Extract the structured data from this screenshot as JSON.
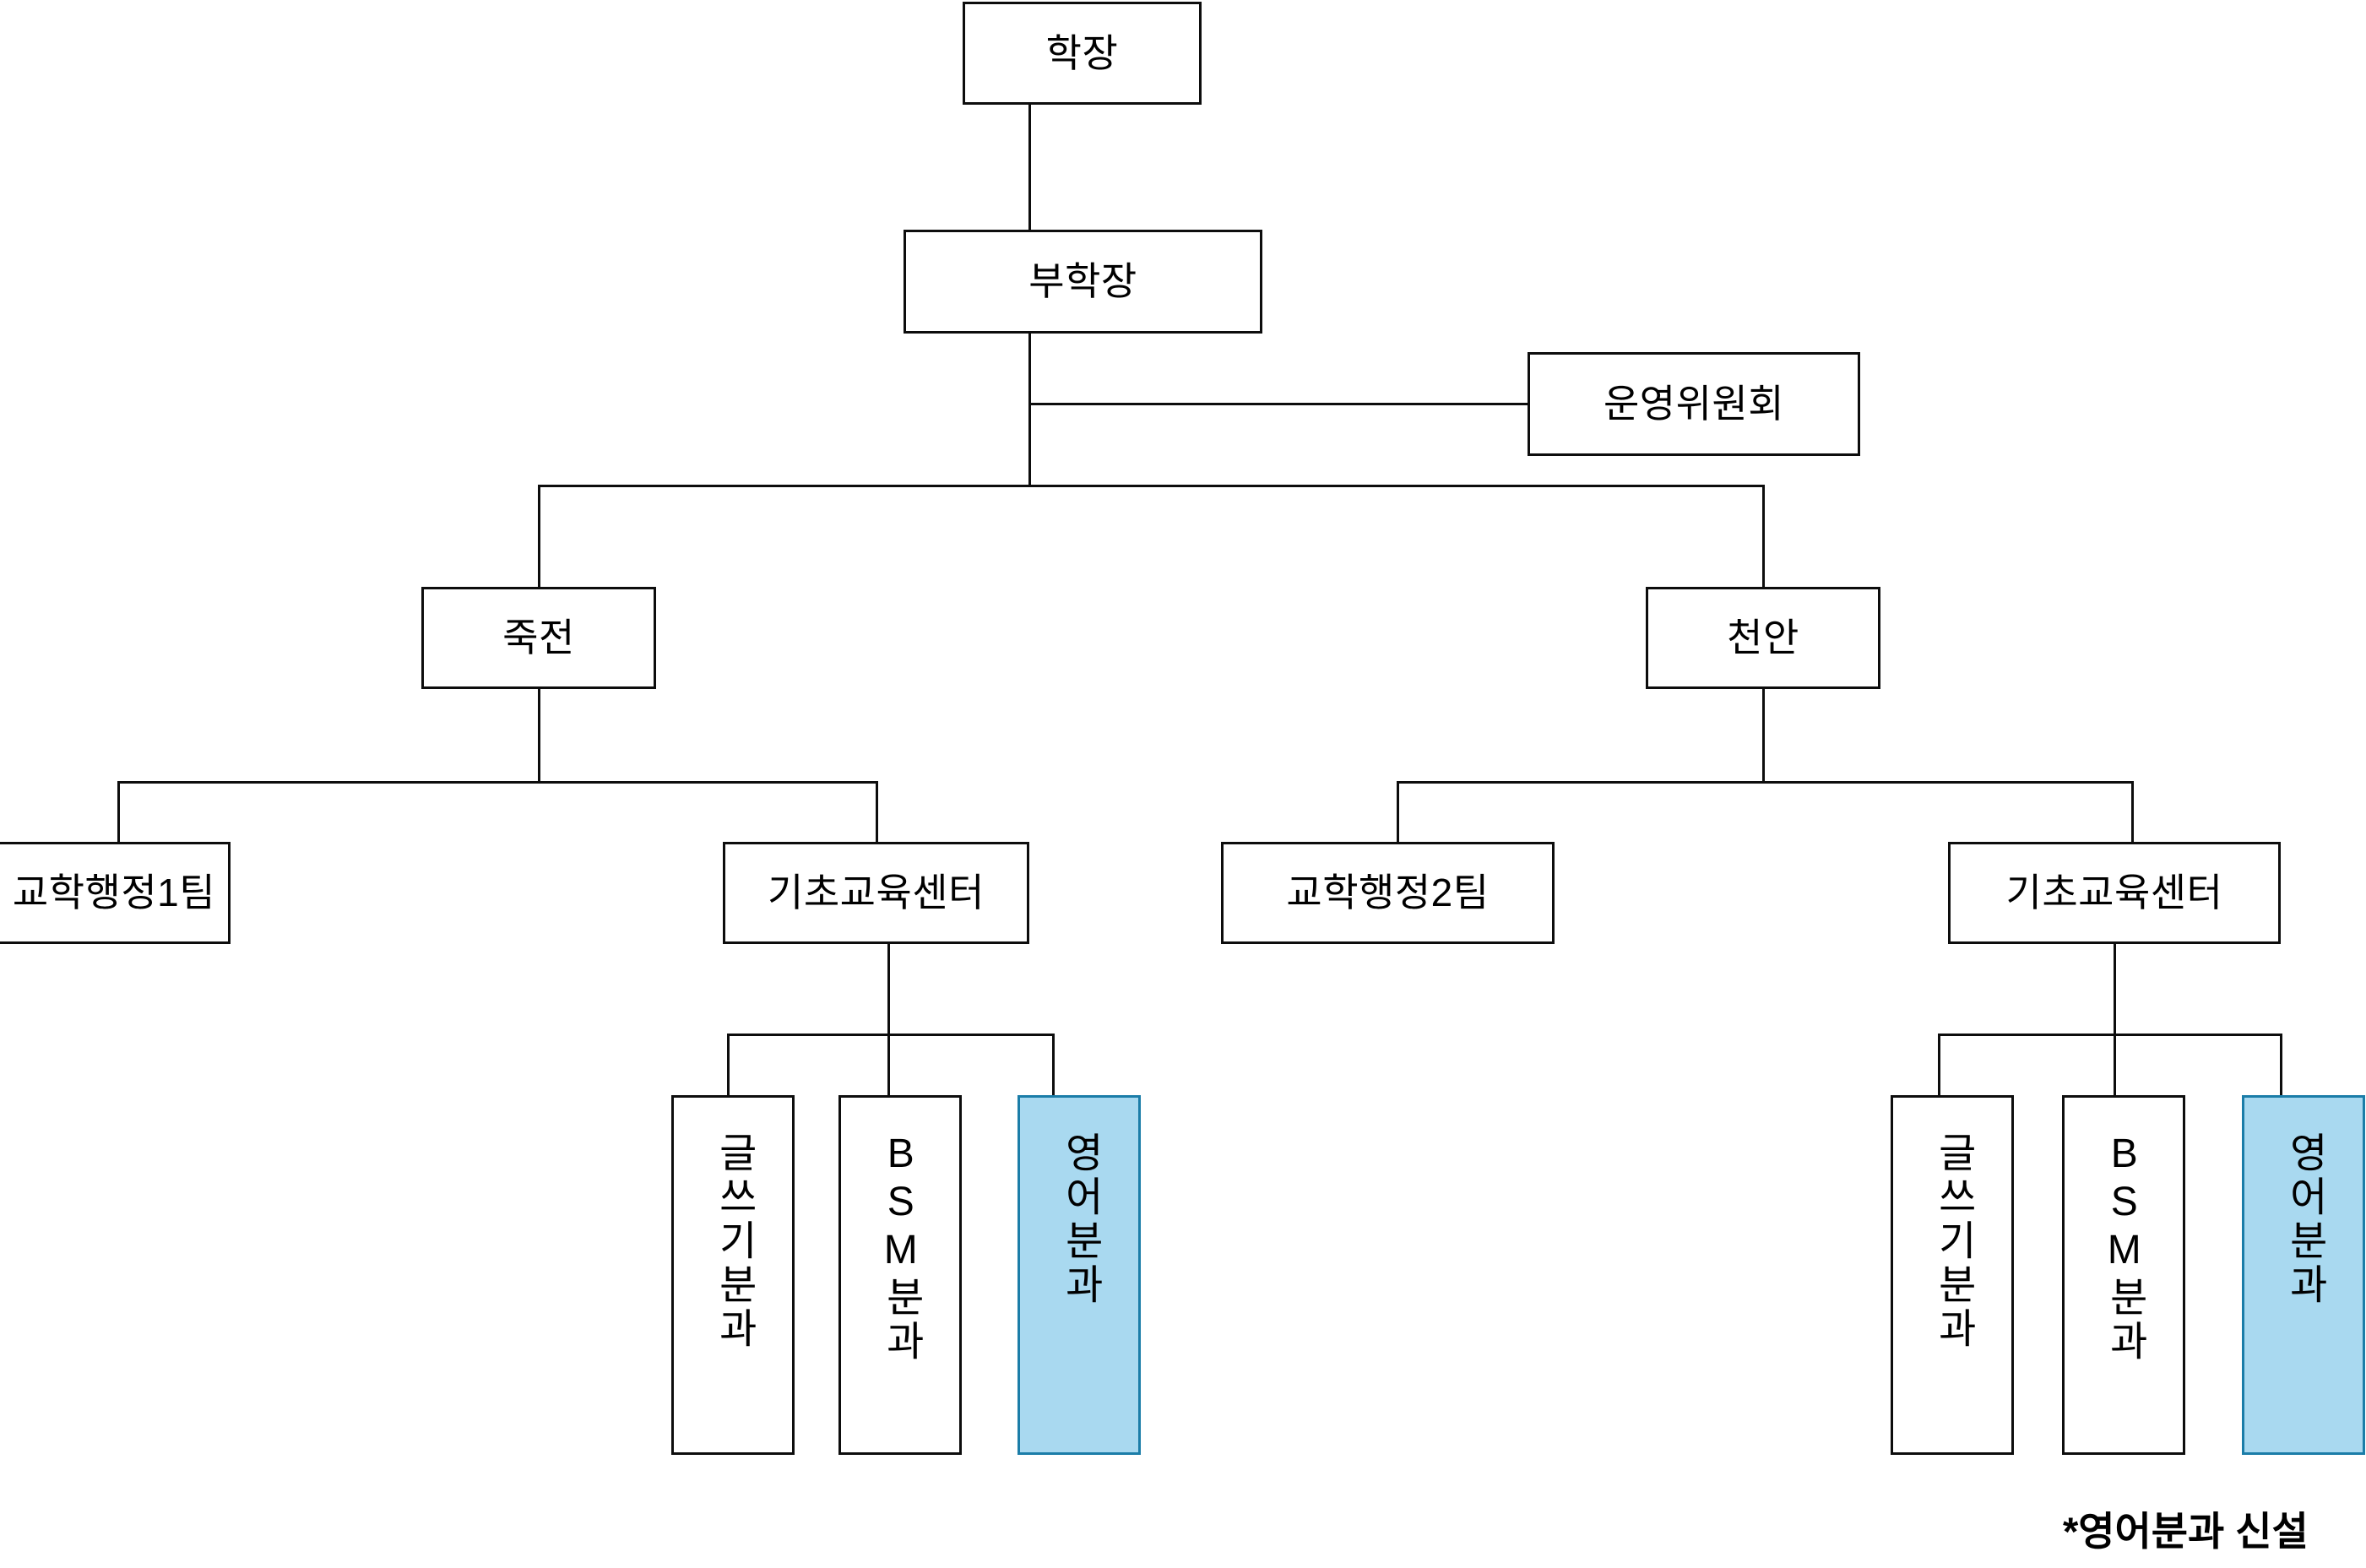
{
  "diagram": {
    "title_node": {
      "label": "학장"
    },
    "vice_node": {
      "label": "부학장"
    },
    "committee_node": {
      "label": "운영위원회"
    },
    "campus_left": {
      "label": "죽전"
    },
    "campus_right": {
      "label": "천안"
    },
    "admin_left": {
      "label": "교학행정1팀"
    },
    "center_left": {
      "label": "기초교육센터"
    },
    "admin_right": {
      "label": "교학행정2팀"
    },
    "center_right": {
      "label": "기초교육센터"
    },
    "divisions_left": [
      {
        "label": "글쓰기분과",
        "highlight": false
      },
      {
        "label": "BSM분과",
        "highlight": false
      },
      {
        "label": "영어분과",
        "highlight": true
      }
    ],
    "divisions_right": [
      {
        "label": "글쓰기분과",
        "highlight": false
      },
      {
        "label": "BSM분과",
        "highlight": false
      },
      {
        "label": "영어분과",
        "highlight": true
      }
    ],
    "footnote": "*영어분과 신설",
    "colors": {
      "line": "#0d0d0d",
      "box_border": "#0d0d0d",
      "box_fill": "#ffffff",
      "highlight_fill": "#a9d9f0",
      "highlight_border": "#1b7da8",
      "text": "#000000"
    }
  }
}
